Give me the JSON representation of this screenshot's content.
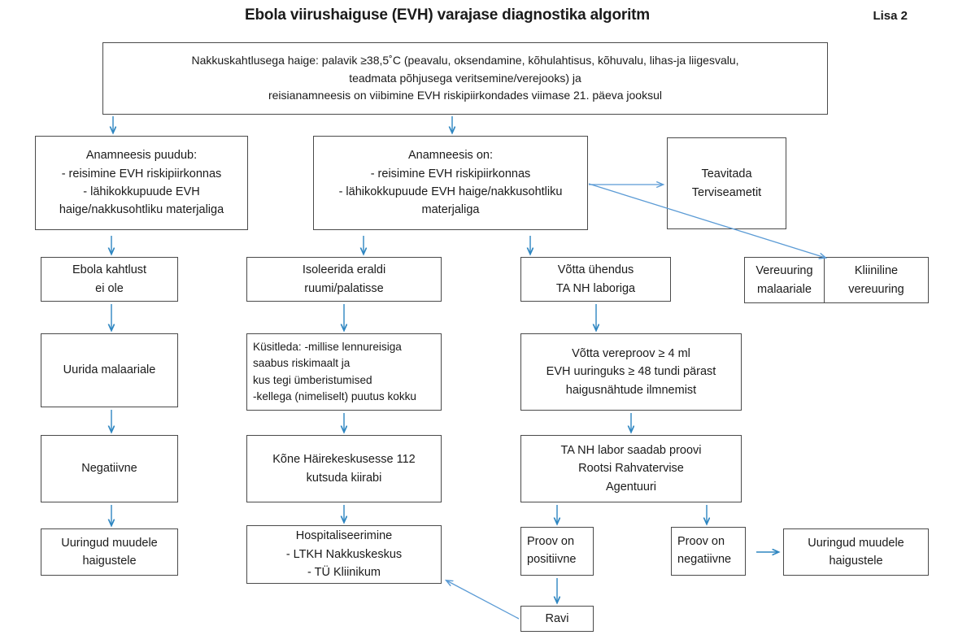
{
  "header": {
    "title": "Ebola viirushaiguse (EVH) varajase diagnostika algoritm",
    "annex_label": "Lisa 2"
  },
  "colors": {
    "arrow": "#2e86c1",
    "diagonal_arrow": "#5b9bd5",
    "box_border": "#4a4a4a",
    "text": "#1a1a1a",
    "background": "#ffffff"
  },
  "nodes": {
    "suspect_case": {
      "lines": [
        "Nakkuskahtlusega haige:  palavik ≥38,5˚C (peavalu, oksendamine, kõhulahtisus, kõhuvalu,  lihas-ja liigesvalu,",
        "teadmata põhjusega veritsemine/verejooks)  ja",
        "reisianamneesis on  viibimine EVH riskipiirkondades  viimase 21. päeva jooksul"
      ]
    },
    "history_absent": {
      "lines": [
        "Anamneesis puudub:",
        "- reisimine EVH  riskipiirkonnas",
        "- lähikokkupuude EVH",
        "haige/nakkusohtliku materjaliga"
      ]
    },
    "history_present": {
      "lines": [
        "Anamneesis on:",
        "- reisimine EVH  riskipiirkonnas",
        "- lähikokkupuude EVH haige/nakkusohtliku",
        "materjaliga"
      ]
    },
    "notify_health_board": {
      "lines": [
        "Teavitada",
        "Terviseametit"
      ]
    },
    "no_ebola_suspicion": {
      "lines": [
        "Ebola kahtlust",
        "ei ole"
      ]
    },
    "isolate": {
      "lines": [
        "Isoleerida eraldi",
        "ruumi/palatisse"
      ]
    },
    "contact_lab": {
      "lines": [
        "Võtta ühendus",
        "TA NH laboriga"
      ]
    },
    "blood_test_malaria": {
      "lines": [
        "Vereuuring",
        "malaariale"
      ]
    },
    "clinical_blood_test": {
      "lines": [
        "Kliiniline",
        "vereuuring"
      ]
    },
    "investigate_malaria": {
      "lines": [
        "Uurida malaariale"
      ]
    },
    "interview": {
      "lines": [
        "Küsitleda: -millise lennureisiga",
        "saabus riskimaalt ja",
        "kus tegi ümberistumised",
        "-kellega (nimeliselt) puutus kokku"
      ]
    },
    "take_blood_sample": {
      "lines": [
        "Võtta vereproov  ≥ 4 ml",
        "EVH uuringuks ≥ 48 tundi  pärast",
        "haigusnähtude ilmnemist"
      ]
    },
    "negative": {
      "lines": [
        "Negatiivne"
      ]
    },
    "call_112": {
      "lines": [
        "Kõne Häirekeskusesse 112",
        "kutsuda kiirabi"
      ]
    },
    "lab_sends_sample": {
      "lines": [
        "TA NH labor saadab proovi",
        "Rootsi Rahvatervise",
        "Agentuuri"
      ]
    },
    "other_diseases_left": {
      "lines": [
        "Uuringud muudele",
        "haigustele"
      ]
    },
    "hospitalise": {
      "lines": [
        "Hospitaliseerimine",
        "- LTKH Nakkuskeskus",
        "- TÜ Kliinikum"
      ]
    },
    "sample_positive": {
      "lines": [
        "Proov on",
        "positiivne"
      ]
    },
    "sample_negative": {
      "lines": [
        "Proov on",
        "negatiivne"
      ]
    },
    "other_diseases_right": {
      "lines": [
        "Uuringud muudele",
        "haigustele"
      ]
    },
    "treatment": {
      "lines": [
        "Ravi"
      ]
    }
  }
}
